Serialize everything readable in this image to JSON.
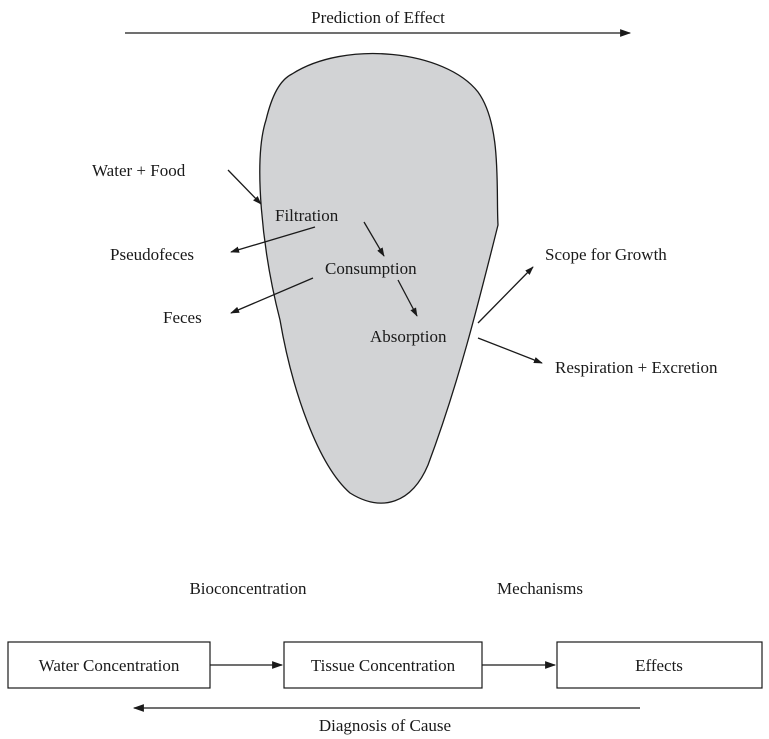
{
  "top_arrow": {
    "label": "Prediction of Effect"
  },
  "bottom_arrow": {
    "label": "Diagnosis of Cause"
  },
  "organism": {
    "input_label": "Water + Food",
    "stages": [
      "Filtration",
      "Consumption",
      "Absorption"
    ],
    "losses": [
      "Pseudofeces",
      "Feces"
    ],
    "outputs": [
      "Scope for Growth",
      "Respiration + Excretion"
    ]
  },
  "pathway": {
    "boxes": [
      "Water Concentration",
      "Tissue Concentration",
      "Effects"
    ],
    "links": [
      "Bioconcentration",
      "Mechanisms"
    ]
  },
  "colors": {
    "blob_fill": "#d2d3d5",
    "ink": "#1a1a1a"
  }
}
